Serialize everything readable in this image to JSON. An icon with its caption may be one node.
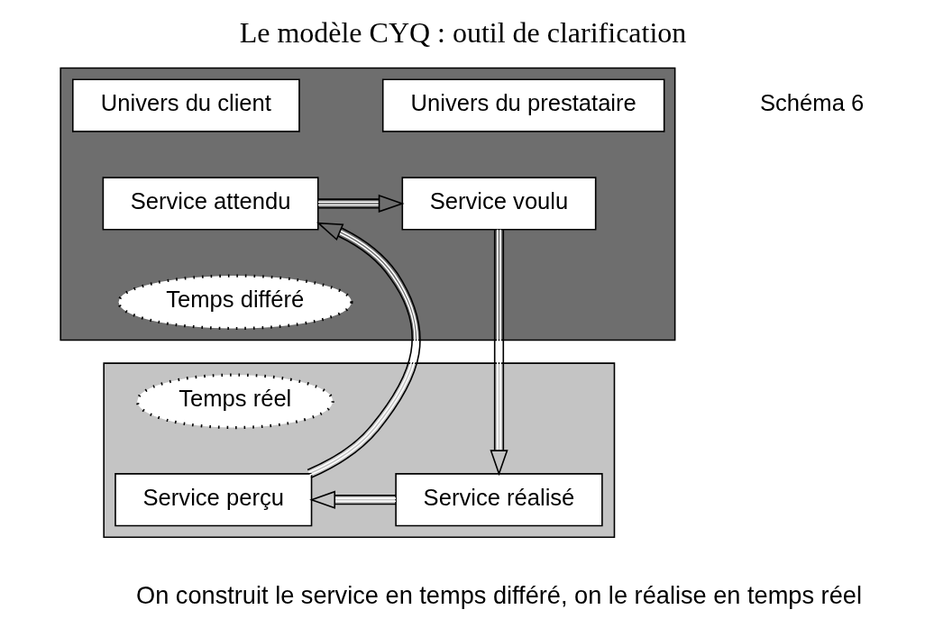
{
  "diagram": {
    "title": "Le modèle CYQ : outil de clarification",
    "nodes": [
      {
        "text": [],
        "shape": "box"
      },
      {
        "text": [
          "Univers du client"
        ],
        "in": 0
      },
      {
        "text": [
          "Univers du prestataire"
        ],
        "in": 0
      },
      {
        "text": [
          "Service attendu"
        ],
        "in": 0
      },
      {
        "text": [
          "Service voulu"
        ],
        "in": 0
      },
      {
        "text": [
          "Temps différé"
        ],
        "in": 0
      },
      {
        "text": [],
        "shape": "box"
      },
      {
        "text": [
          "Temps réel"
        ],
        "in": 6
      },
      {
        "text": [
          "Service perçu"
        ],
        "in": 6
      },
      {
        "text": [
          "Service réalisé"
        ],
        "in": 6
      }
    ],
    "edges": [
      {
        "from": 3,
        "to": 4,
        "arrow": "to"
      },
      {
        "from": 4,
        "to": 9,
        "arrow": "to"
      },
      {
        "from": 9,
        "to": 8,
        "arrow": "to"
      },
      {
        "from": 8,
        "to": 3,
        "arrow": "to"
      }
    ],
    "labels": [
      "Schéma 6",
      "On construit le service en temps différé, on le réalise en temps réel"
    ]
  }
}
